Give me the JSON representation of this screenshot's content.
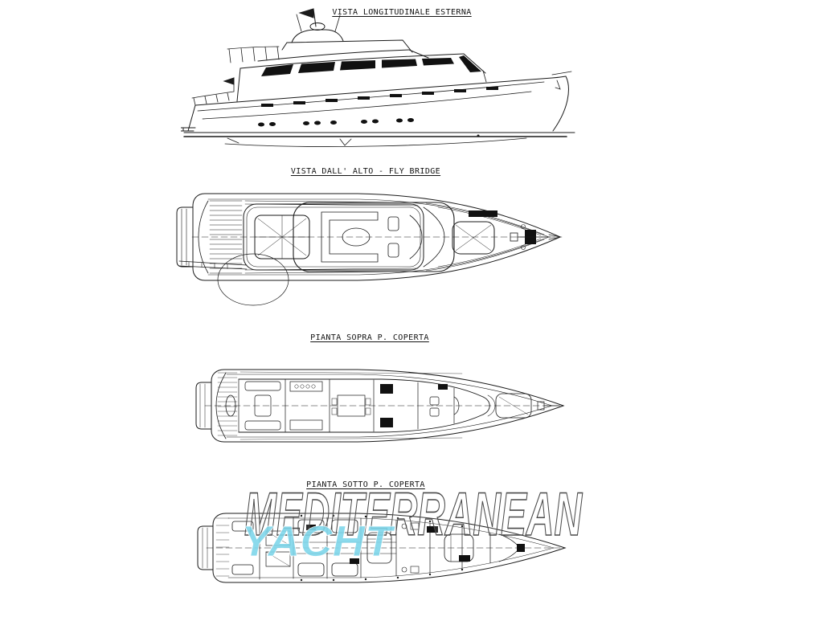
{
  "page": {
    "background": "#ffffff",
    "line_color": "#1a1a1a"
  },
  "drawings": [
    {
      "id": "side-view",
      "title": "VISTA LONGITUDINALE ESTERNA"
    },
    {
      "id": "flybridge-view",
      "title": "VISTA DALL' ALTO - FLY BRIDGE"
    },
    {
      "id": "upper-deck-plan",
      "title": "PIANTA SOPRA P. COPERTA"
    },
    {
      "id": "lower-deck-plan",
      "title": "PIANTA SOTTO P. COPERTA"
    }
  ],
  "watermark": {
    "line1": "MEDITERRANEAN",
    "line2": "YACHT",
    "accent_color": "#7fd6ea",
    "outline_color": "#4a4a4a"
  }
}
